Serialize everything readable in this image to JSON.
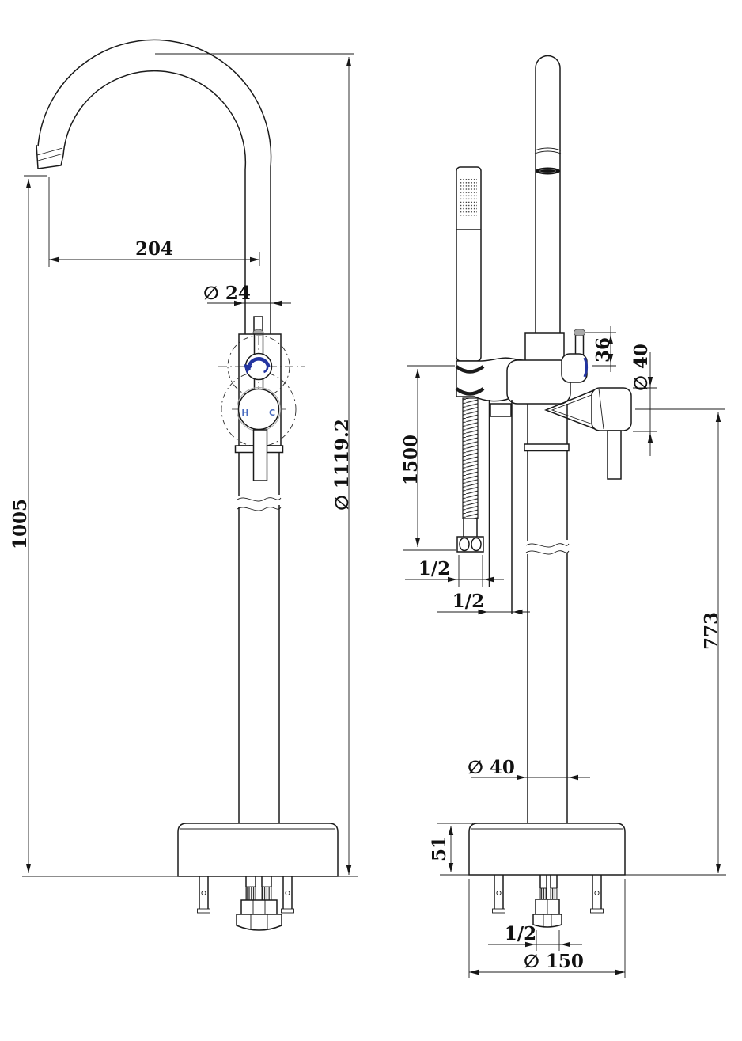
{
  "front_view": {
    "spout_reach": "204",
    "spout_diameter": "∅ 24",
    "spout_outlet_height": "1005",
    "overall_height": "∅ 1119.2",
    "hot_label": "H",
    "cold_label": "C"
  },
  "side_view": {
    "diverter_knob_height": "36",
    "handle_diameter": "∅ 40",
    "shower_hose_length": "1500",
    "hose_connection": "1/2",
    "outlet_connection": "1/2",
    "handle_centre_height": "773",
    "riser_diameter": "∅ 40",
    "base_thickness": "51",
    "inlet_connection": "1/2",
    "base_diameter": "∅ 150"
  },
  "colors": {
    "line": "#1b1b1b",
    "accent_blue": "#2334a0",
    "hc_blue": "#4a6cc0"
  }
}
